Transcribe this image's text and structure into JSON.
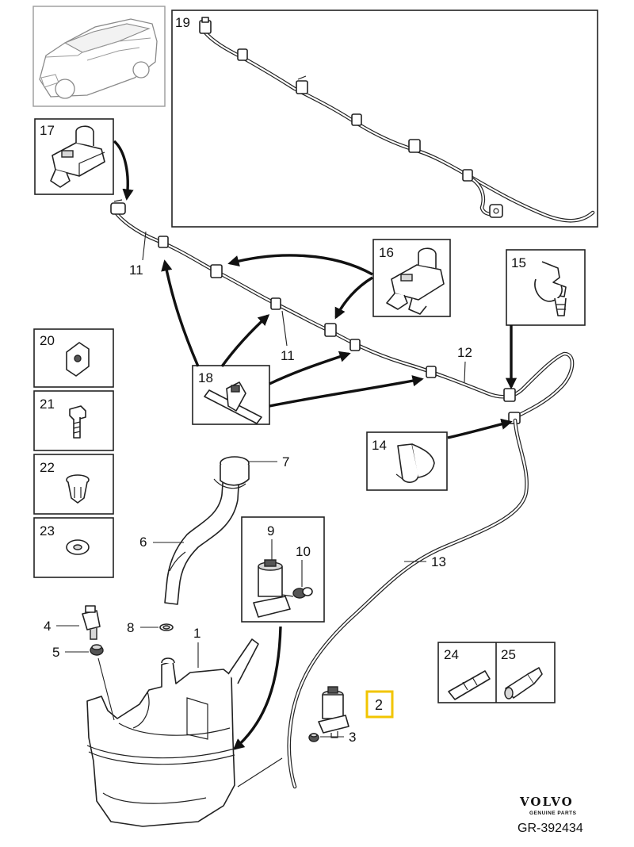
{
  "callouts": {
    "n1": "1",
    "n2": "2",
    "n3": "3",
    "n4": "4",
    "n5": "5",
    "n6": "6",
    "n7": "7",
    "n8": "8",
    "n9": "9",
    "n10": "10",
    "n11a": "11",
    "n11b": "11",
    "n12": "12",
    "n13": "13",
    "n14": "14",
    "n15": "15",
    "n16": "16",
    "n17": "17",
    "n18": "18",
    "n19": "19",
    "n20": "20",
    "n21": "21",
    "n22": "22",
    "n23": "23",
    "n24": "24",
    "n25": "25"
  },
  "highlight": {
    "part": "2",
    "color": "#f2c500"
  },
  "brand": {
    "name": "VOLVO",
    "tagline": "GENUINE PARTS"
  },
  "reference": "GR-392434"
}
